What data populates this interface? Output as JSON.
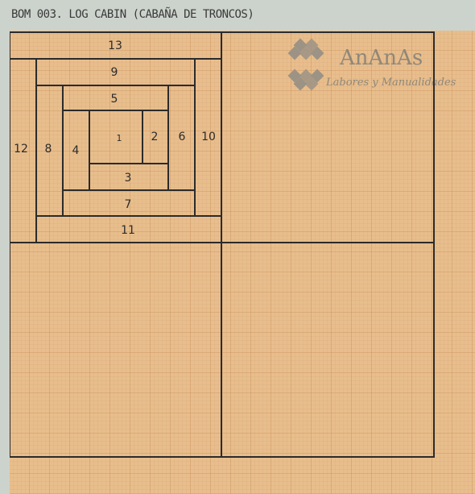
{
  "title": "BOM 003. LOG CABIN (CABAÑA DE TRONCOS)",
  "brand": {
    "name": "AnAnAs",
    "tagline": "Labores y Manualidades"
  },
  "pieces": [
    "1",
    "2",
    "3",
    "4",
    "5",
    "6",
    "7",
    "8",
    "9",
    "10",
    "11",
    "12",
    "13"
  ],
  "colors": {
    "paper": "#e8be8c",
    "grid_minor": "#d6a97a",
    "grid_major": "#c98e5a",
    "lines": "#2b2b2b",
    "logo": "#9c9385"
  }
}
